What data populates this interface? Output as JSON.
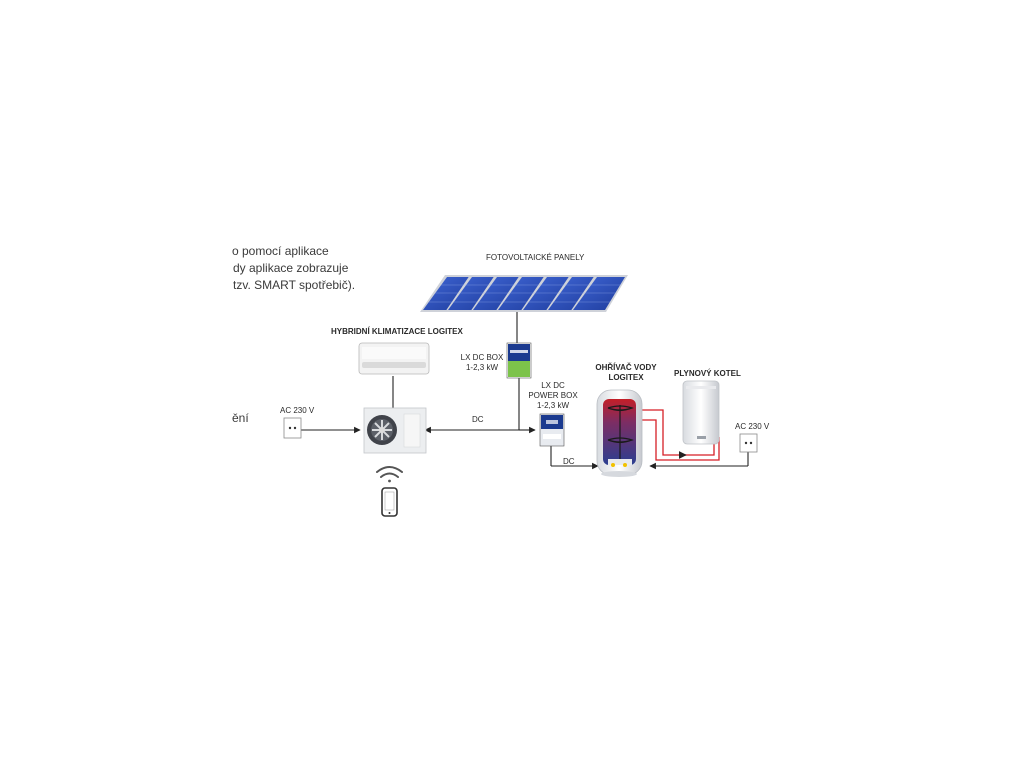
{
  "side_text": {
    "line1": "o pomocí  aplikace",
    "line2": "dy aplikace zobrazuje",
    "line3": "tzv. SMART spotřebič).",
    "line4": "ění"
  },
  "labels": {
    "panels": "FOTOVOLTAICKÉ PANELY",
    "ac_unit": "HYBRIDNÍ KLIMATIZACE LOGITEX",
    "dc_box_line1": "LX DC BOX",
    "dc_box_line2": "1-2,3 kW",
    "power_box_line1": "LX DC",
    "power_box_line2": "POWER BOX",
    "power_box_line3": "1-2,3 kW",
    "heater_line1": "OHŘÍVAČ VODY",
    "heater_line2": "LOGITEX",
    "boiler": "PLYNOVÝ KOTEL",
    "ac_left": "AC 230 V",
    "ac_right": "AC 230 V",
    "dc_1": "DC",
    "dc_2": "DC"
  },
  "colors": {
    "panel_blue": "#2c4fb8",
    "panel_frame": "#c9ccd4",
    "hot_pipe": "#d61f26",
    "tank_inner": "#2b3f91",
    "line": "#222222"
  }
}
